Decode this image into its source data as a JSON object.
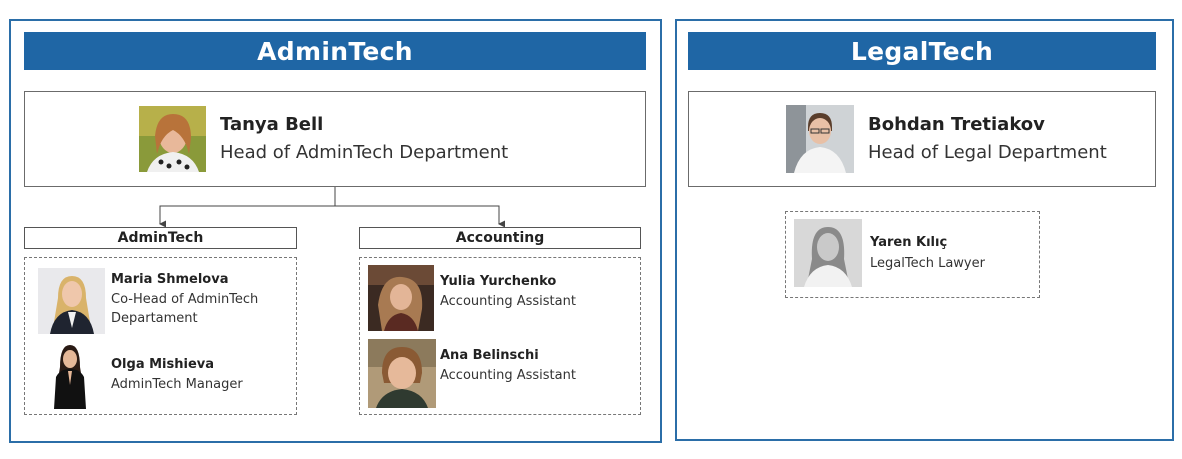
{
  "admintech": {
    "banner": "AdminTech",
    "head": {
      "name": "Tanya Bell",
      "title": "Head of AdminTech Department"
    },
    "groups": [
      {
        "label": "AdminTech",
        "members": [
          {
            "name": "Maria Shmelova",
            "title": "Co-Head of AdminTech Departament"
          },
          {
            "name": "Olga Mishieva",
            "title": "AdminTech Manager"
          }
        ]
      },
      {
        "label": "Accounting",
        "members": [
          {
            "name": "Yulia Yurchenko",
            "title": "Accounting Assistant"
          },
          {
            "name": "Ana Belinschi",
            "title": "Accounting Assistant"
          }
        ]
      }
    ]
  },
  "legaltech": {
    "banner": "LegalTech",
    "head": {
      "name": "Bohdan Tretiakov",
      "title": "Head of Legal Department"
    },
    "members": [
      {
        "name": "Yaren Kılıç",
        "title": "LegalTech Lawyer"
      }
    ]
  },
  "colors": {
    "banner": "#1f66a5",
    "panel_border": "#2b6ea8"
  }
}
